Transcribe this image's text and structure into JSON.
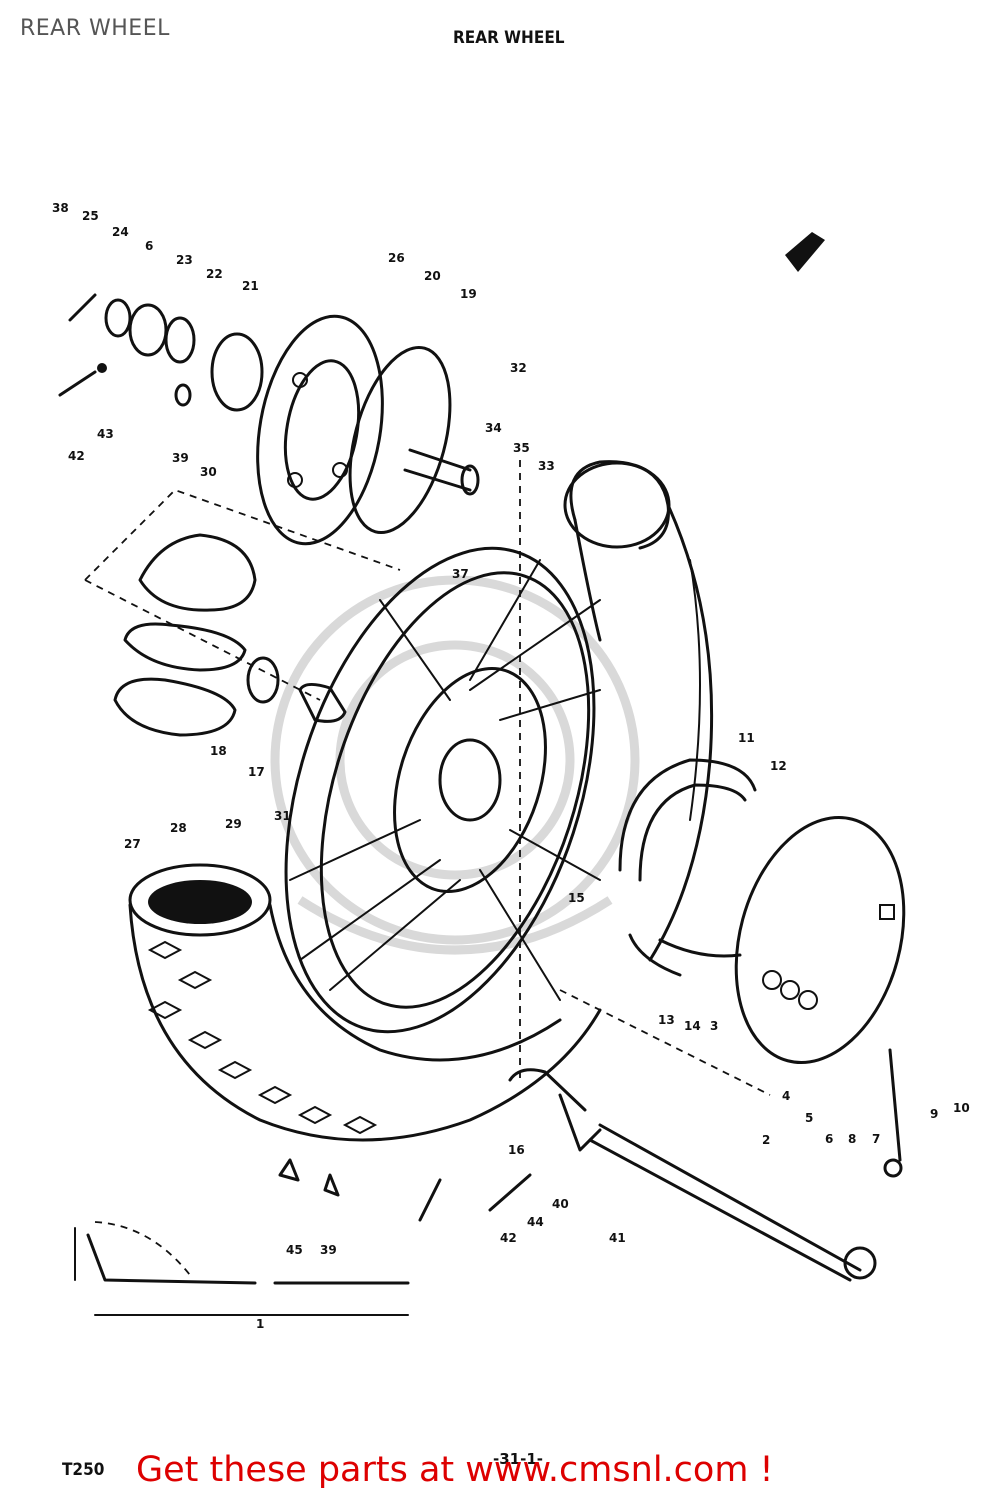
{
  "page_label": "REAR WHEEL",
  "diagram": {
    "title": "REAR WHEEL",
    "model_code": "T250",
    "page_number": "-31-1-"
  },
  "promo": {
    "text": "Get these parts at www.cmsnl.com !"
  },
  "colors": {
    "promo_red": "#dd0000",
    "ink": "#111111",
    "page_label_gray": "#555555"
  },
  "callouts": [
    "38",
    "25",
    "24",
    "6",
    "23",
    "22",
    "21",
    "26",
    "20",
    "19",
    "32",
    "34",
    "35",
    "33",
    "42",
    "43",
    "39",
    "30",
    "37",
    "18",
    "17",
    "11",
    "12",
    "27",
    "28",
    "29",
    "31",
    "15",
    "13",
    "14",
    "3",
    "2",
    "4",
    "5",
    "6",
    "8",
    "7",
    "9",
    "10",
    "16",
    "40",
    "41",
    "42",
    "44",
    "45",
    "39",
    "1"
  ]
}
